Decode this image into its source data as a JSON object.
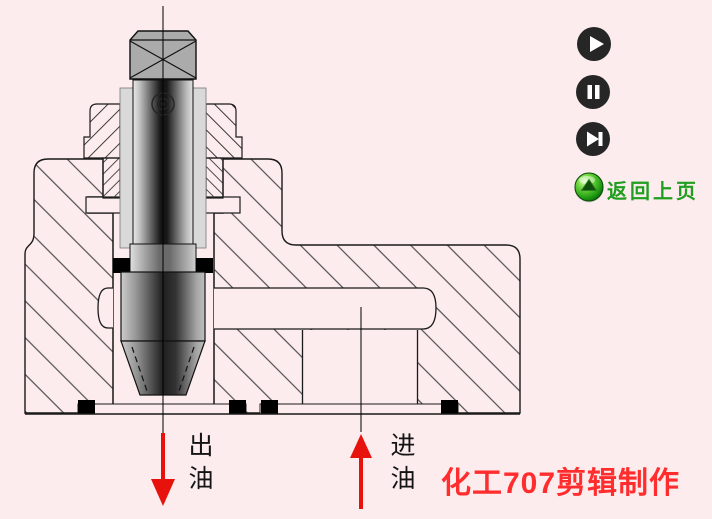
{
  "scene": {
    "background_color": "#fdeced",
    "description": "Cross-section animation frame of a needle valve / injector showing oil flow paths"
  },
  "diagram": {
    "outlet_label": "出油",
    "inlet_label": "进油",
    "arrow_color": "#e8120c",
    "label_color": "#141414"
  },
  "player": {
    "buttons": [
      {
        "id": "play",
        "icon": "play-icon"
      },
      {
        "id": "pause",
        "icon": "pause-icon"
      },
      {
        "id": "next",
        "icon": "skip-next-icon"
      }
    ],
    "back_button": {
      "label": "返回上页",
      "icon": "up-arrow-sphere-icon",
      "color": "#1f9e1f"
    }
  },
  "watermark": {
    "text": "化工707剪辑制作",
    "color": "#ff2d2d"
  }
}
